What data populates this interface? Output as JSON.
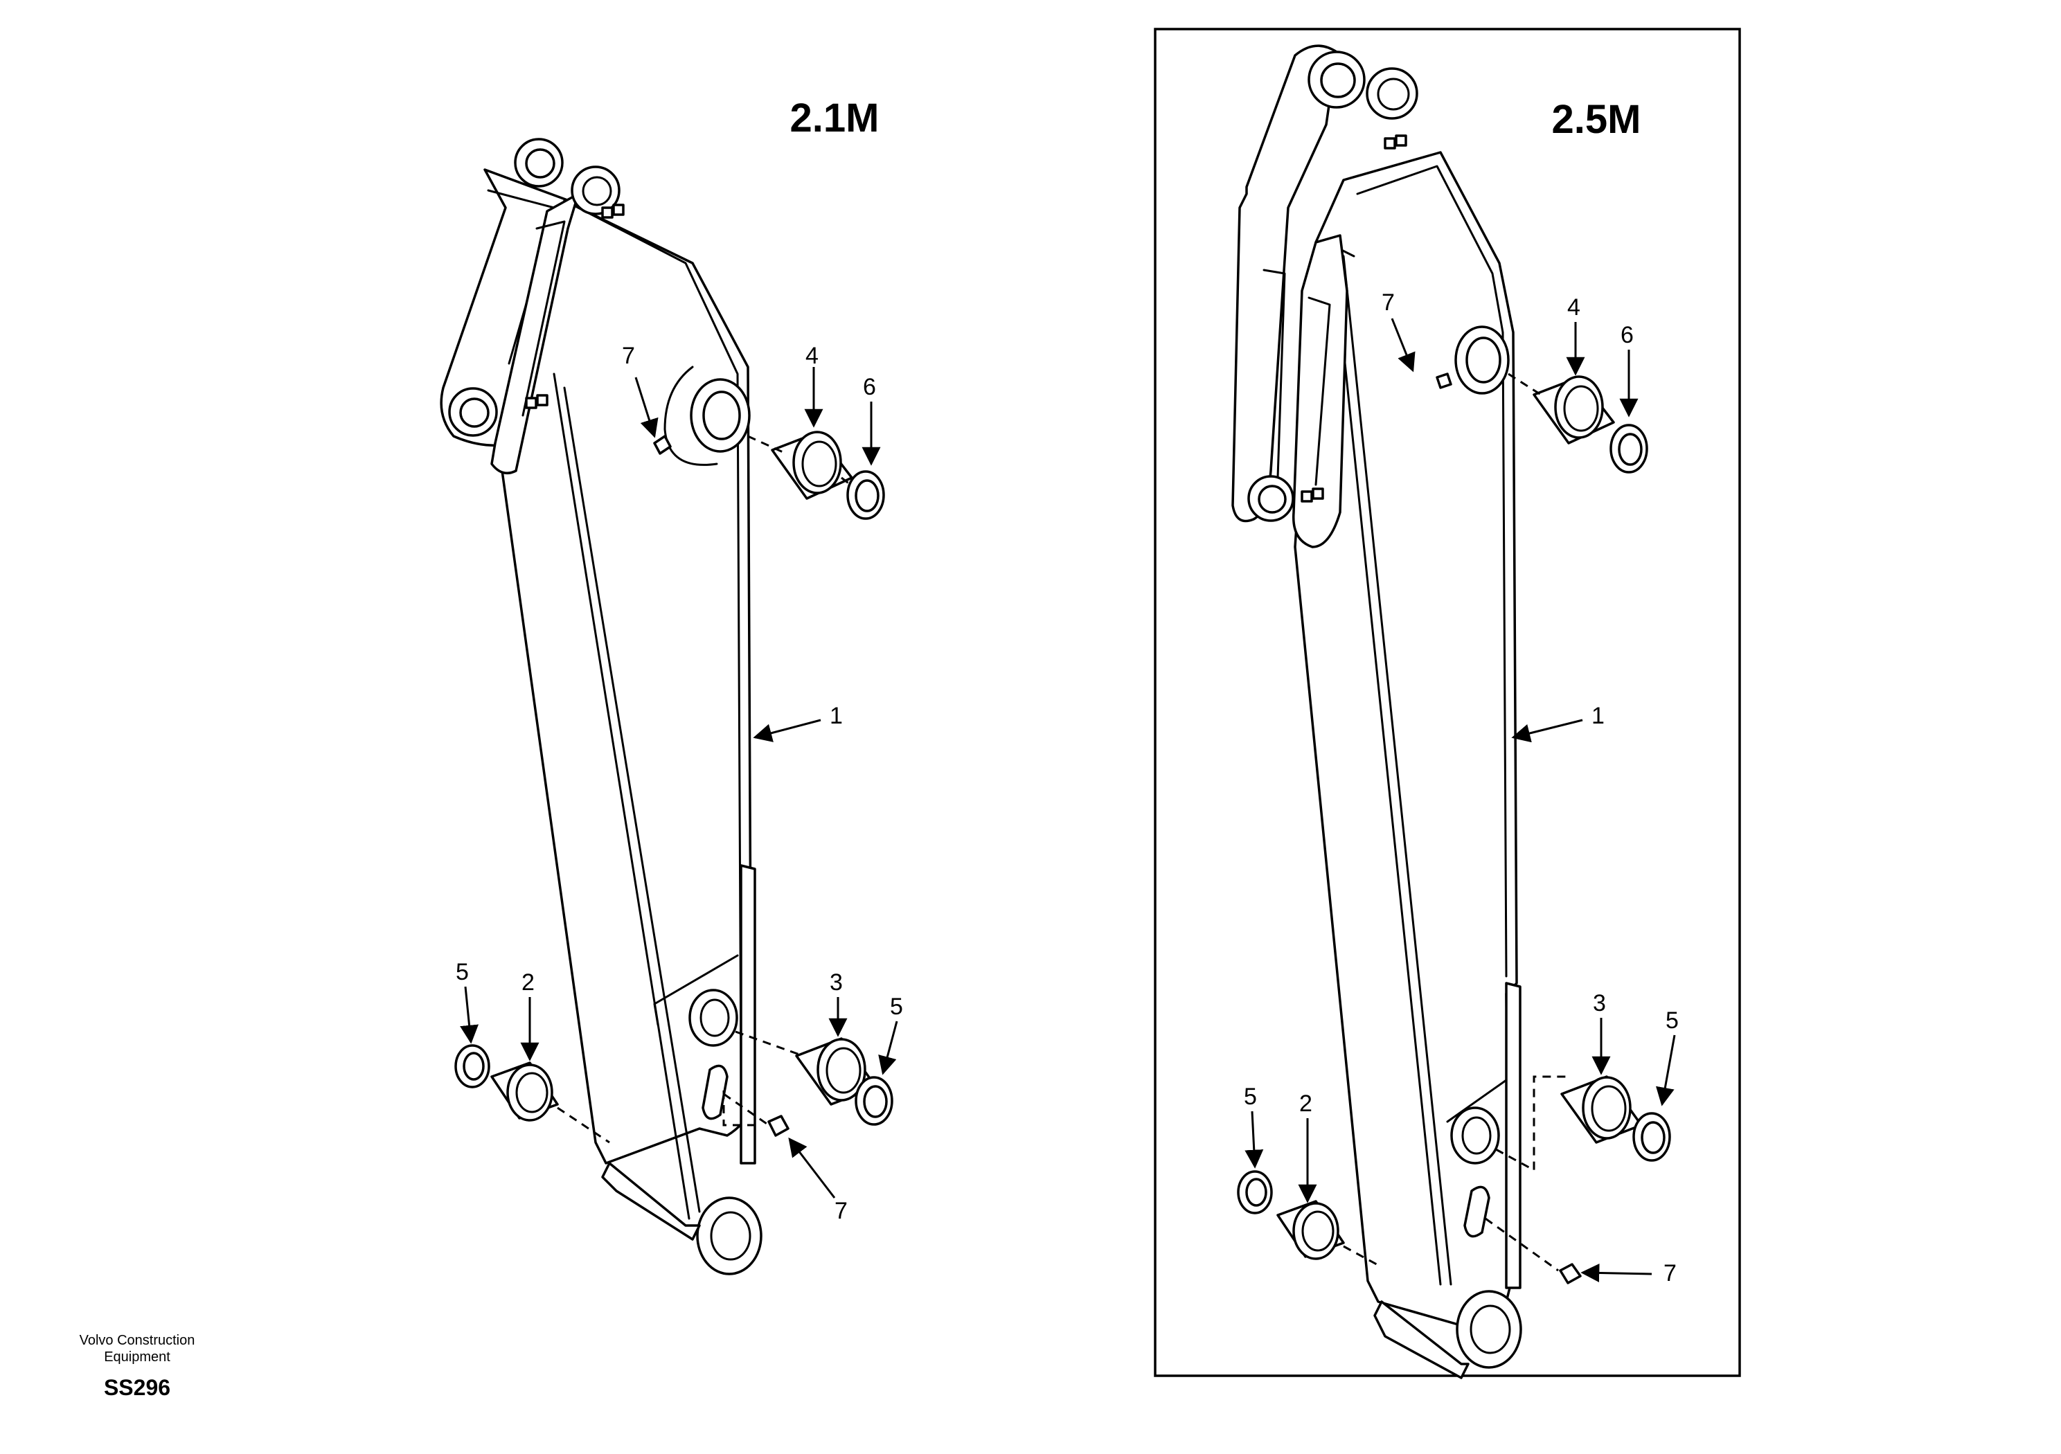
{
  "views": [
    {
      "title": "2.1M",
      "callouts": {
        "c1": "1",
        "c2": "2",
        "c3": "3",
        "c4": "4",
        "c5a": "5",
        "c5b": "5",
        "c6": "6",
        "c7a": "7",
        "c7b": "7"
      }
    },
    {
      "title": "2.5M",
      "callouts": {
        "c1": "1",
        "c2": "2",
        "c3": "3",
        "c4": "4",
        "c5a": "5",
        "c5b": "5",
        "c6": "6",
        "c7a": "7",
        "c7b": "7"
      }
    }
  ],
  "footer": {
    "line1": "Volvo Construction",
    "line2": "Equipment",
    "code": "SS296"
  },
  "colors": {
    "line": "#000000",
    "background": "#ffffff"
  }
}
